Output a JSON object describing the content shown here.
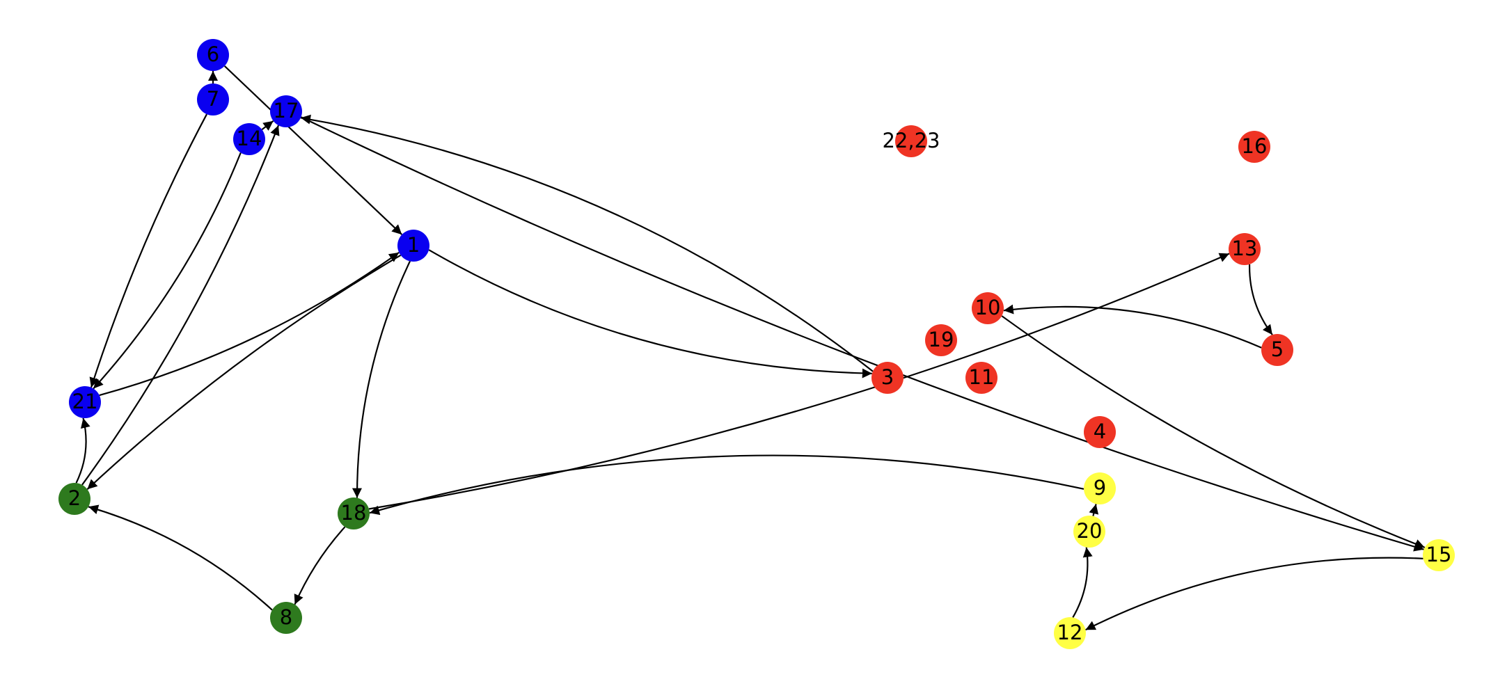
{
  "graph": {
    "directed": true,
    "groups": [
      {
        "id": "blue",
        "color": "#0a00f0"
      },
      {
        "id": "green",
        "color": "#2e7a1e"
      },
      {
        "id": "red",
        "color": "#ef3424"
      },
      {
        "id": "yellow",
        "color": "#ffff44"
      }
    ],
    "nodes": [
      {
        "id": "6",
        "label": "6",
        "group": "blue"
      },
      {
        "id": "7",
        "label": "7",
        "group": "blue"
      },
      {
        "id": "14",
        "label": "14",
        "group": "blue"
      },
      {
        "id": "17",
        "label": "17",
        "group": "blue"
      },
      {
        "id": "1",
        "label": "1",
        "group": "blue"
      },
      {
        "id": "21",
        "label": "21",
        "group": "blue"
      },
      {
        "id": "2",
        "label": "2",
        "group": "green"
      },
      {
        "id": "18",
        "label": "18",
        "group": "green"
      },
      {
        "id": "8",
        "label": "8",
        "group": "green"
      },
      {
        "id": "22,23",
        "label": "22,23",
        "group": "red"
      },
      {
        "id": "16",
        "label": "16",
        "group": "red"
      },
      {
        "id": "13",
        "label": "13",
        "group": "red"
      },
      {
        "id": "10",
        "label": "10",
        "group": "red"
      },
      {
        "id": "19",
        "label": "19",
        "group": "red"
      },
      {
        "id": "5",
        "label": "5",
        "group": "red"
      },
      {
        "id": "3",
        "label": "3",
        "group": "red"
      },
      {
        "id": "11",
        "label": "11",
        "group": "red"
      },
      {
        "id": "4",
        "label": "4",
        "group": "red"
      },
      {
        "id": "9",
        "label": "9",
        "group": "yellow"
      },
      {
        "id": "20",
        "label": "20",
        "group": "yellow"
      },
      {
        "id": "15",
        "label": "15",
        "group": "yellow"
      },
      {
        "id": "12",
        "label": "12",
        "group": "yellow"
      }
    ],
    "edges": [
      {
        "from": "7",
        "to": "6"
      },
      {
        "from": "6",
        "to": "1"
      },
      {
        "from": "7",
        "to": "21"
      },
      {
        "from": "14",
        "to": "21"
      },
      {
        "from": "14",
        "to": "17"
      },
      {
        "from": "2",
        "to": "17"
      },
      {
        "from": "2",
        "to": "21"
      },
      {
        "from": "21",
        "to": "1"
      },
      {
        "from": "1",
        "to": "2"
      },
      {
        "from": "1",
        "to": "18"
      },
      {
        "from": "1",
        "to": "3"
      },
      {
        "from": "3",
        "to": "17"
      },
      {
        "from": "17",
        "to": "15"
      },
      {
        "from": "18",
        "to": "8"
      },
      {
        "from": "8",
        "to": "2"
      },
      {
        "from": "9",
        "to": "18"
      },
      {
        "from": "18",
        "to": "13"
      },
      {
        "from": "13",
        "to": "5"
      },
      {
        "from": "5",
        "to": "10"
      },
      {
        "from": "10",
        "to": "15"
      },
      {
        "from": "20",
        "to": "9"
      },
      {
        "from": "12",
        "to": "20"
      },
      {
        "from": "15",
        "to": "12"
      }
    ]
  }
}
